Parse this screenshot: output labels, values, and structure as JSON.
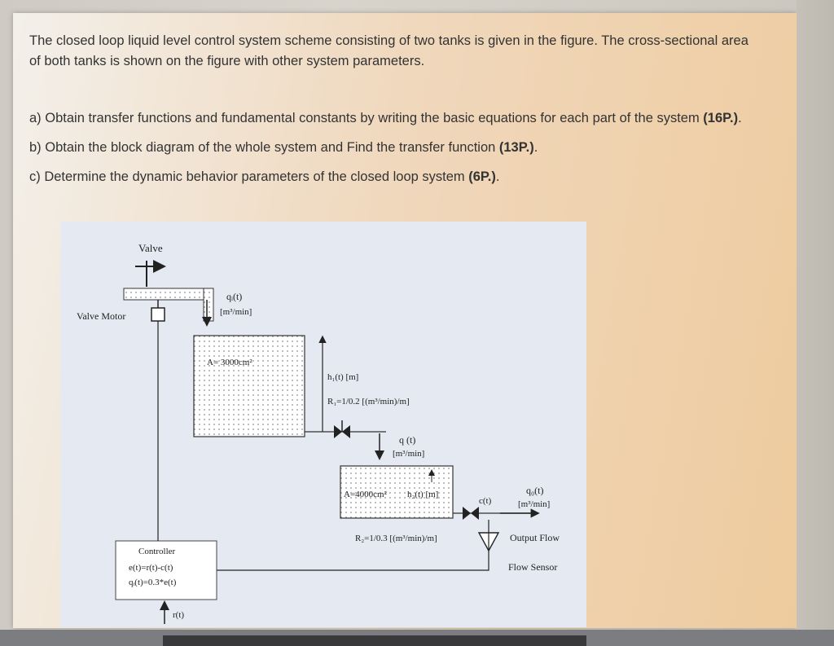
{
  "problem": {
    "intro": "The closed loop liquid level control system scheme consisting of two tanks is given in the figure. The cross-sectional area of both tanks is shown on the figure with other system parameters.",
    "questions": [
      {
        "text": "a) Obtain transfer functions and fundamental constants by writing the basic equations for each part of the system ",
        "points": "(16P.)",
        "end": "."
      },
      {
        "text": "b) Obtain the block diagram of the whole system and Find the transfer function ",
        "points": "(13P.)",
        "end": "."
      },
      {
        "text": "c) Determine the dynamic behavior parameters of the closed loop system ",
        "points": "(6P.)",
        "end": "."
      }
    ]
  },
  "figure": {
    "valve": "Valve",
    "valve_motor": "Valve Motor",
    "qi_label": "qᵢ(t)",
    "qi_unit": "[m³/min]",
    "tank1_area": "A= 3000cm²",
    "h1_label": "h₁(t) [m]",
    "r1_label": "R₁=1/0.2 [(m³/min)/m]",
    "q_label": "q (t)",
    "q_unit": "[m³/min]",
    "tank2_area": "A=4000cm²",
    "h2_label": "h₂(t) [m]",
    "c_label": "c(t)",
    "qo_label": "q₀(t)",
    "qo_unit": "[m³/min]",
    "r2_label": "R₂=1/0.3 [(m³/min)/m]",
    "output_flow": "Output Flow",
    "flow_sensor": "Flow Sensor",
    "controller_title": "Controller",
    "controller_eq1": "e(t)=r(t)-c(t)",
    "controller_eq2": "qᵢ(t)=0.3*e(t)",
    "r_label": "r(t)"
  }
}
